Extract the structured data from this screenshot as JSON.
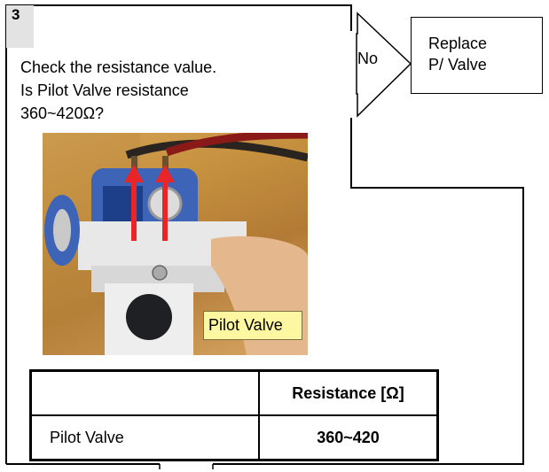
{
  "step": {
    "number": "3"
  },
  "question": {
    "lines": [
      "Check the resistance value.",
      "Is Pilot Valve resistance",
      "360~420Ω?"
    ]
  },
  "branch": {
    "label": "No"
  },
  "action": {
    "lines": [
      "Replace",
      "P/ Valve"
    ]
  },
  "photo": {
    "callout": "Pilot Valve"
  },
  "table": {
    "headers": [
      "",
      "Resistance  [Ω]"
    ],
    "rows": [
      [
        "Pilot Valve",
        "360~420"
      ]
    ]
  }
}
